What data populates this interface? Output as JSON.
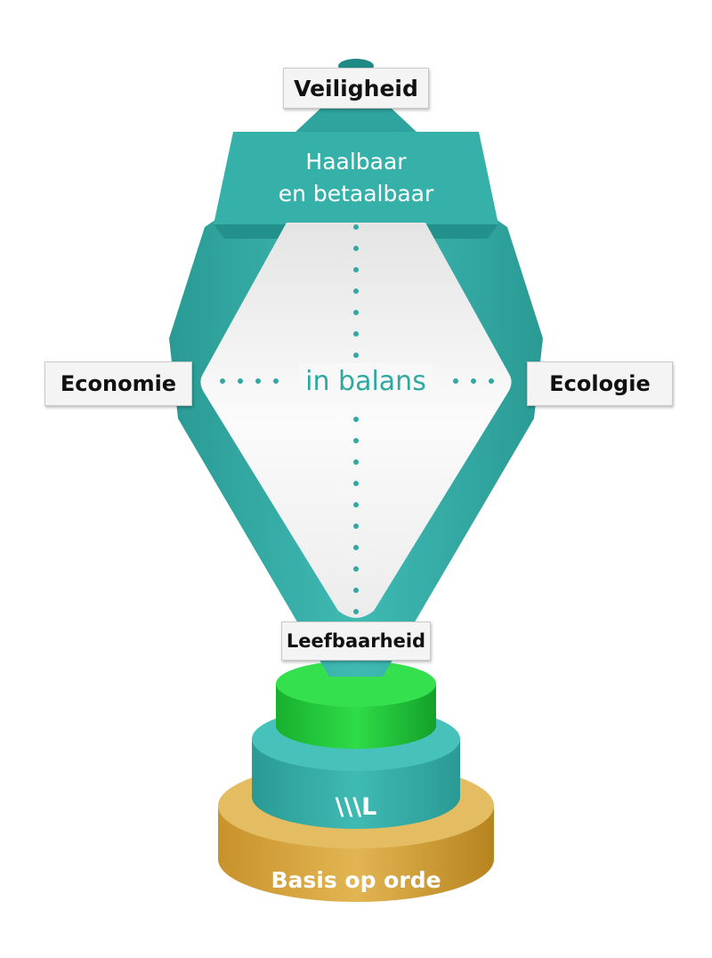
{
  "labels": {
    "top": "Veiligheid",
    "left": "Economie",
    "right": "Ecologie",
    "bottom": "Leefbaarheid"
  },
  "banner": {
    "line1": "Haalbaar",
    "line2": "en betaalbaar"
  },
  "center_text": "in balans",
  "base_text": "Basis op orde",
  "logo_text": "\\\\\\L",
  "colors": {
    "teal": "#33a8a2",
    "teal_dark": "#1f8a85",
    "teal_light": "#3fbab3",
    "green": "#22c93a",
    "green_dark": "#16a329",
    "gold": "#d8a53c",
    "gold_dark": "#b88425",
    "inner": "#f1f1f1"
  }
}
